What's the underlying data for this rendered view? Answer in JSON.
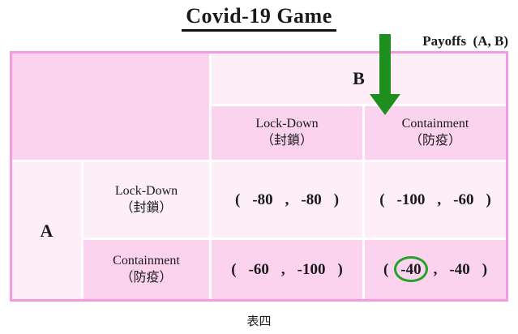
{
  "page": {
    "title": "Covid-19 Game",
    "payoffs_label": "Payoffs  (A, B)",
    "caption": "表四"
  },
  "colors": {
    "cell_pink": "#fbd3ee",
    "cell_light_pink": "#fdeef8",
    "table_border_pink": "#f59ade",
    "arrow_green": "#1e8e1e",
    "highlight_circle_green": "#22a226",
    "text_black": "#1a1a1a"
  },
  "icons": {
    "down_arrow": "down-arrow-icon",
    "highlight": "ellipse-highlight-icon"
  },
  "table": {
    "player_b_label": "B",
    "player_a_label": "A",
    "col_headers": [
      {
        "en": "Lock-Down",
        "zh": "（封鎖）"
      },
      {
        "en": "Containment",
        "zh": "（防疫）"
      }
    ],
    "row_headers": [
      {
        "en": "Lock-Down",
        "zh": "（封鎖）"
      },
      {
        "en": "Containment",
        "zh": "（防疫）"
      }
    ],
    "punct": {
      "open": "(",
      "comma": ",",
      "close": ")"
    },
    "payoffs": {
      "r0c0": {
        "a": "-80",
        "b": "-80"
      },
      "r0c1": {
        "a": "-100",
        "b": "-60"
      },
      "r1c0": {
        "a": "-60",
        "b": "-100"
      },
      "r1c1": {
        "a": "-40",
        "b": "-40",
        "circled": "a"
      }
    }
  }
}
